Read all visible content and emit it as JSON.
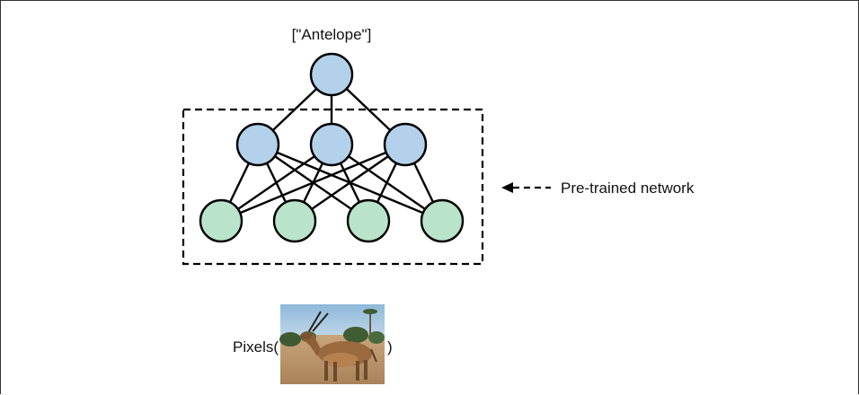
{
  "output_label": "[\"Antelope\"]",
  "network_label": "Pre-trained network",
  "input_label_prefix": "Pixels(",
  "input_label_suffix": ")",
  "colors": {
    "output_node": "#b3d1ea",
    "hidden_node": "#b3d1ea",
    "input_node": "#b9e3cb",
    "stroke": "#000000"
  },
  "layers": {
    "output_count": 1,
    "hidden_count": 3,
    "input_count": 4
  },
  "image": {
    "subject": "antelope photo"
  }
}
